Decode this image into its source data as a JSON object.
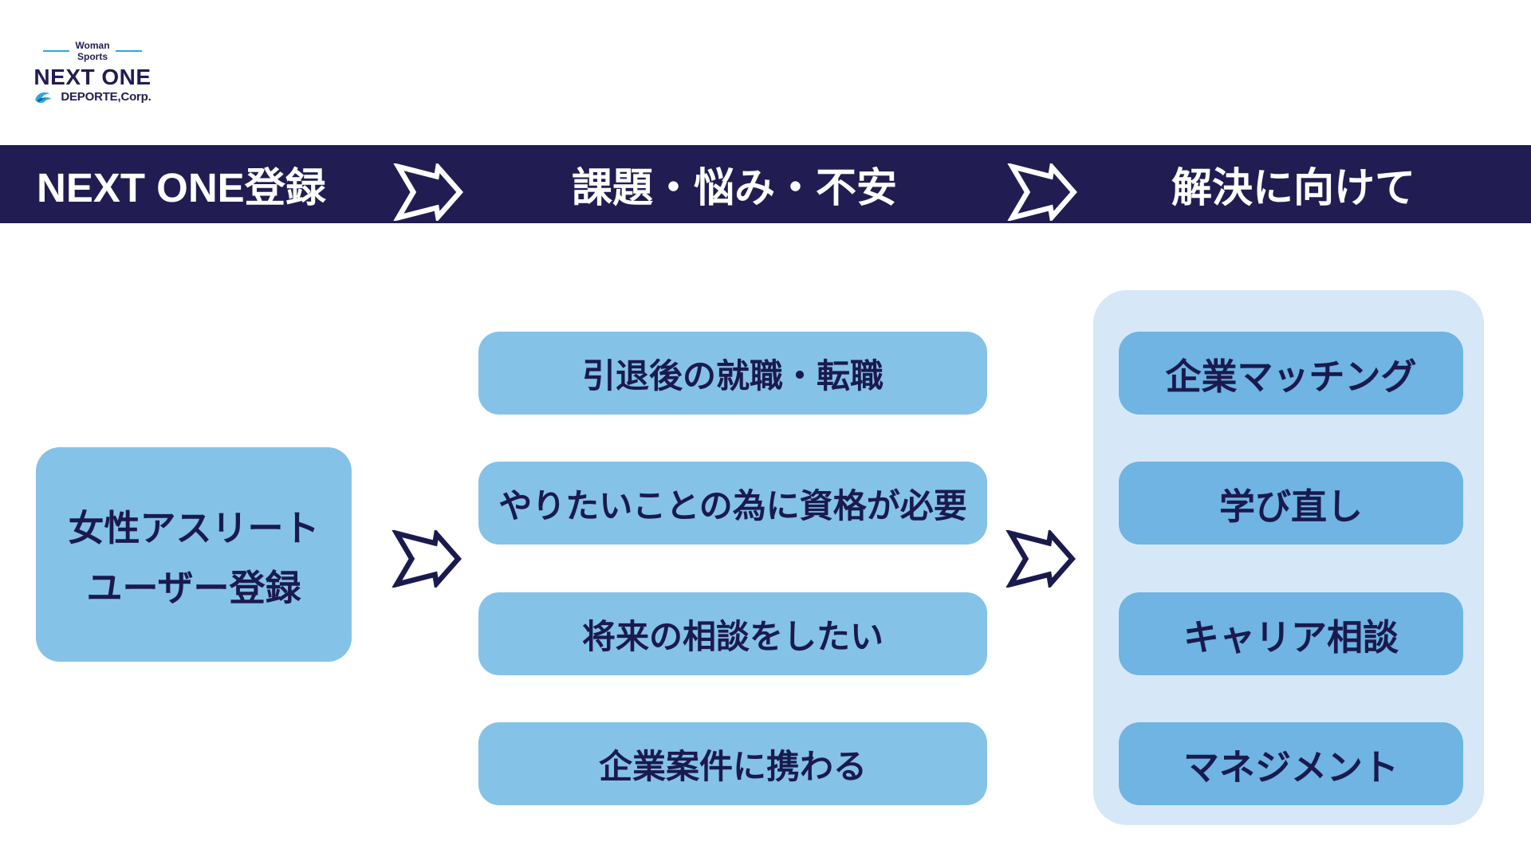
{
  "logo": {
    "line1": "Woman",
    "line2": "Sports",
    "brand": "NEXT ONE",
    "company": "DEPORTE,Corp."
  },
  "header": {
    "steps": [
      {
        "label": "NEXT ONE登録"
      },
      {
        "label": "課題・悩み・不安"
      },
      {
        "label": "解決に向けて"
      }
    ]
  },
  "flow": {
    "registration": {
      "line1": "女性アスリート",
      "line2": "ユーザー登録"
    },
    "issues": [
      "引退後の就職・転職",
      "やりたいことの為に資格が必要",
      "将来の相談をしたい",
      "企業案件に携わる"
    ],
    "solutions": [
      "企業マッチング",
      "学び直し",
      "キャリア相談",
      "マネジメント"
    ]
  },
  "colors": {
    "navy": "#211d52",
    "text-navy": "#1a1a4e",
    "box-blue": "#85c2e8",
    "solution-blue": "#6fb4e2",
    "panel-blue": "#d6e8f7",
    "accent": "#2ba7df"
  }
}
